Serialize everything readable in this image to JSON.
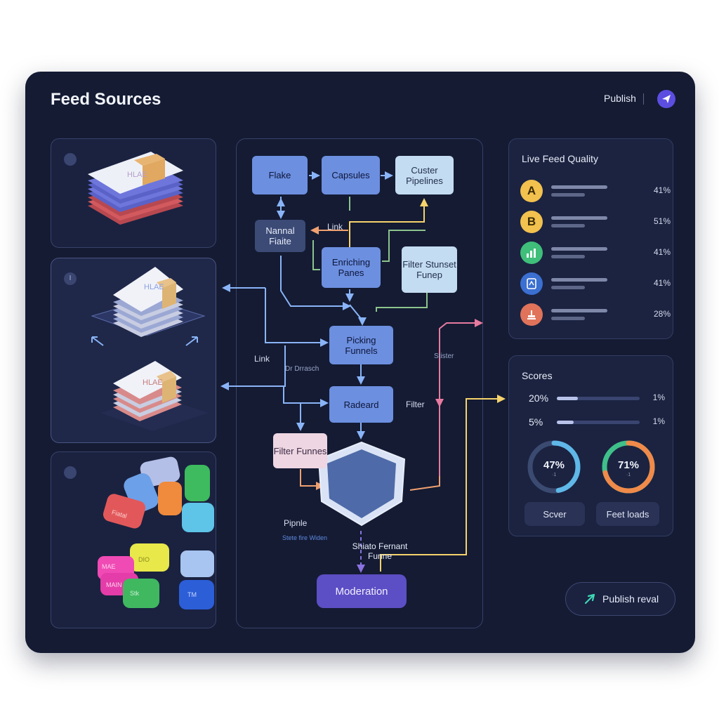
{
  "header": {
    "title": "Feed Sources",
    "publish_label": "Publish",
    "publish_icon": "paper-plane-icon"
  },
  "sources": {
    "panels": [
      {
        "dot": "",
        "icon": "stacked-layers-icon"
      },
      {
        "dot": "I",
        "icon": "stacked-papers-icon"
      },
      {
        "dot": "",
        "icon": "colored-blocks-icon"
      }
    ],
    "layer_labels": [
      "HLAE",
      "HLAE",
      "HLAE"
    ],
    "block_labels": [
      "Fiatal",
      "MAE",
      "MAIN",
      "DIO",
      "Stk",
      "TM"
    ]
  },
  "flow": {
    "nodes": {
      "flake": "Flake",
      "capsules": "Capsules",
      "custer_pipelines": "Custer Pipelines",
      "nannal_fiaite": "Nannal Fiaite",
      "enriching_panes": "Enriching Panes",
      "filter_stunset": "Filter Stunset Funep",
      "picking_funnels": "Picking Funnels",
      "radeard": "Radeard",
      "filter_funnes": "Filter Funnes",
      "shield": "Shiato Fernant Funne",
      "moderation": "Moderation"
    },
    "labels": {
      "link_top": "Link",
      "link_left": "Link",
      "dr_drrasch": "Dr Drrasch",
      "stister": "Stister",
      "filter": "Filter",
      "pipnle": "Pipnle",
      "stete_fire": "Stete fire Widen"
    },
    "colors": {
      "blue": "#8ab4f8",
      "yellow": "#f6d36b",
      "green": "#8cc48c",
      "orange": "#f0a070",
      "pink": "#e87aa0",
      "purple": "#8a72e0"
    }
  },
  "quality": {
    "title": "Live Feed Quality",
    "rows": [
      {
        "badge": "A",
        "icon": "letter-a-icon",
        "color": "#f2c14e",
        "value": "41%"
      },
      {
        "badge": "B",
        "icon": "letter-b-icon",
        "color": "#f2c14e",
        "value": "51%"
      },
      {
        "badge": "",
        "icon": "bar-chart-icon",
        "color": "#3fbf7a",
        "value": "41%"
      },
      {
        "badge": "",
        "icon": "document-icon",
        "color": "#3b6fd1",
        "value": "41%"
      },
      {
        "badge": "",
        "icon": "stamp-icon",
        "color": "#e0735a",
        "value": "28%"
      }
    ]
  },
  "scores": {
    "title": "Scores",
    "rows": [
      {
        "left": "20%",
        "right": "1%",
        "fill": 0.25
      },
      {
        "left": "5%",
        "right": "1%",
        "fill": 0.2
      }
    ],
    "gauges": [
      {
        "value": "47%",
        "sub": "·1",
        "colors": [
          "#5fb8e8",
          "#3b4a70"
        ],
        "fill": 0.47
      },
      {
        "value": "71%",
        "sub": "·1",
        "colors": [
          "#f08a4a",
          "#3fc08a"
        ],
        "fill": 0.71
      }
    ],
    "buttons": [
      "Scver",
      "Feet loads"
    ]
  },
  "footer": {
    "publish_reveal": "Publish reval",
    "icon": "send-arrow-icon"
  }
}
